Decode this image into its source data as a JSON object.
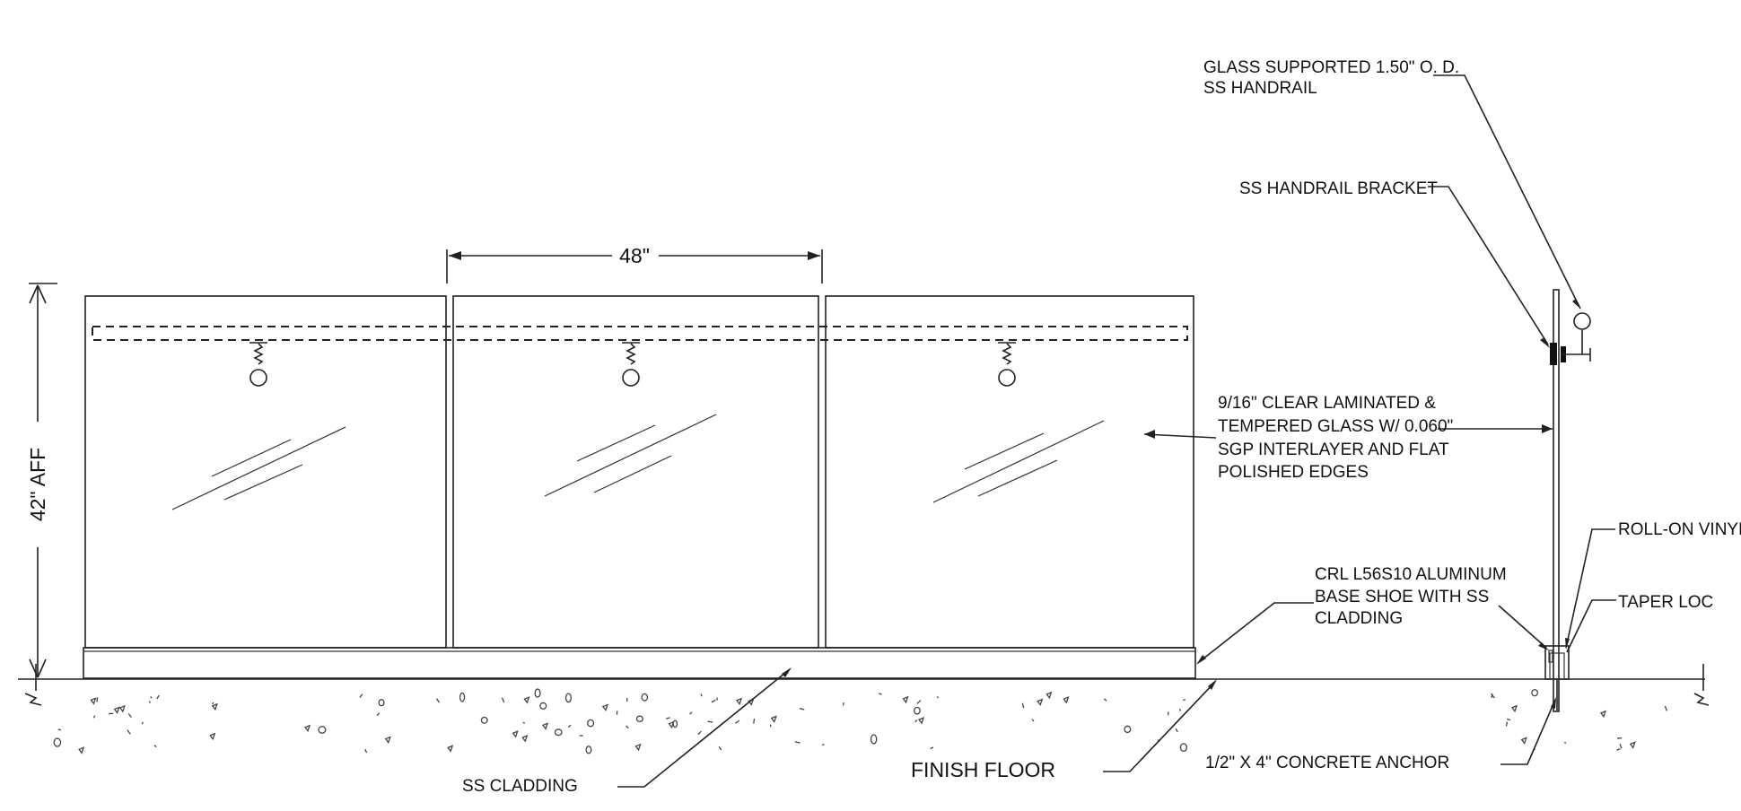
{
  "drawing": {
    "dimensions": {
      "panel_width": "48\"",
      "rail_height": "42\" AFF"
    },
    "callouts": {
      "handrail": [
        "GLASS SUPPORTED 1.50\" O. D.",
        "SS HANDRAIL"
      ],
      "bracket": "SS HANDRAIL BRACKET",
      "glass": [
        "9/16\" CLEAR LAMINATED &",
        "TEMPERED GLASS W/ 0.060\"",
        "SGP INTERLAYER AND FLAT",
        "POLISHED EDGES"
      ],
      "vinyl": "ROLL-ON VINYL",
      "taper": "TAPER LOC",
      "base_shoe": [
        "CRL L56S10 ALUMINUM",
        "BASE SHOE WITH SS",
        "CLADDING"
      ],
      "cladding": "SS CLADDING",
      "floor": "FINISH FLOOR",
      "anchor": "1/2\" X 4\" CONCRETE ANCHOR"
    }
  }
}
